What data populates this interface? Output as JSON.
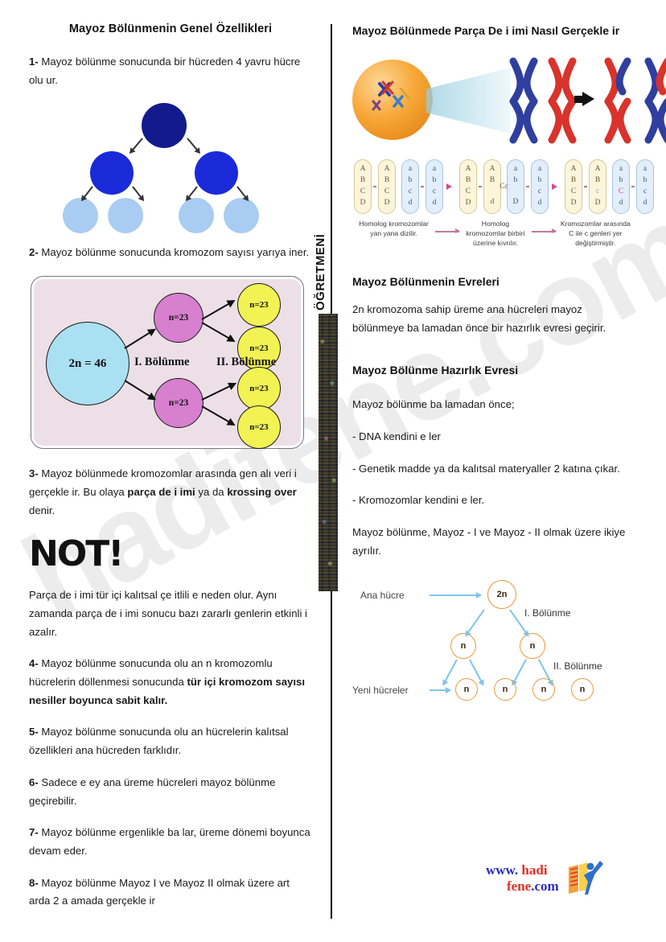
{
  "watermark": {
    "text": "hadifene.com"
  },
  "divider_label": {
    "text": "ÖĞRETMENİ"
  },
  "left": {
    "title": "Mayoz Bölünmenin Genel Özellikleri",
    "items": [
      {
        "num": "1-",
        "text": " Mayoz bölünme sonucunda bir hücreden 4 yavru hücre olu ur."
      },
      {
        "num": "2-",
        "text": " Mayoz bölünme sonucunda kromozom sayısı yarıya iner."
      },
      {
        "num": "3-",
        "pre": " Mayoz bölünmede kromozomlar arasında gen alı veri i gerçekle ir. Bu olaya ",
        "bold1": "parça de i imi",
        "mid": " ya da ",
        "bold2": "krossing over",
        "post": " denir."
      },
      {
        "num": "4-",
        "pre": " Mayoz bölünme sonucunda olu an n kromozomlu hücrelerin döllenmesi sonucunda ",
        "bold1": "tür içi kromozom sayısı nesiller boyunca sabit kalır.",
        "post": ""
      },
      {
        "num": "5-",
        "text": "  Mayoz bölünme sonucunda olu an hücrelerin kalıtsal özellikleri ana hücreden farklıdır."
      },
      {
        "num": "6-",
        "text": " Sadece e ey ana üreme hücreleri mayoz bölünme geçirebilir."
      },
      {
        "num": "7-",
        "text": " Mayoz bölünme ergenlikle ba lar, üreme dönemi boyunca devam eder."
      },
      {
        "num": "8-",
        "text": "  Mayoz bölünme Mayoz I ve Mayoz II olmak üzere art arda 2 a amada gerçekle ir"
      }
    ],
    "not_logo": "NOT!",
    "not_text": "Parça de i imi tür içi kalıtsal çe itlili e neden olur. Aynı zamanda parça de i imi sonucu bazı zararlı genlerin etkinli i azalır.",
    "blue_tree": {
      "colors": {
        "parent": "#131a8c",
        "mid": "#1a2ad8",
        "child": "#a8ccf2"
      },
      "levels": [
        1,
        2,
        4
      ]
    },
    "meiosis_diagram": {
      "parent": {
        "label": "2n = 46",
        "color": "#a9e0f2"
      },
      "first_division_label": "I. Bölünme",
      "second_division_label": "II. Bölünme",
      "mid_cells": [
        {
          "label": "n=23",
          "color": "#d87fd0"
        },
        {
          "label": "n=23",
          "color": "#d87fd0"
        }
      ],
      "final_cells": [
        {
          "label": "n=23",
          "color": "#f2f255"
        },
        {
          "label": "n=23",
          "color": "#f2f255"
        },
        {
          "label": "n=23",
          "color": "#f2f255"
        },
        {
          "label": "n=23",
          "color": "#f2f255"
        }
      ],
      "box_color": "#ece0e6"
    }
  },
  "right": {
    "title": "Mayoz Bölünmede Parça De i imi Nasıl Gerçekle ir",
    "hero": {
      "cell_color": "#f7a838",
      "chromosome_colors": {
        "blue": "#2f3f9e",
        "red": "#d8332c"
      },
      "arrow": "➡"
    },
    "abcd": {
      "stage1": {
        "groups": [
          {
            "type": "yellow",
            "letters": [
              "A",
              "B",
              "C",
              "D"
            ]
          },
          {
            "type": "yellow",
            "letters": [
              "A",
              "B",
              "C",
              "D"
            ]
          },
          {
            "type": "blue",
            "letters": [
              "a",
              "b",
              "c",
              "d"
            ]
          },
          {
            "type": "blue",
            "letters": [
              "a",
              "b",
              "c",
              "d"
            ]
          }
        ],
        "caption": "Homolog kromozomlar yan yana dizilir."
      },
      "stage2": {
        "groups": [
          {
            "type": "yellow",
            "letters": [
              "A",
              "B",
              "C",
              "D"
            ]
          },
          {
            "type": "yellow",
            "letters": [
              "A",
              "B",
              "",
              "d"
            ]
          },
          {
            "type": "blue",
            "letters": [
              "a",
              "b",
              "",
              "D"
            ]
          },
          {
            "type": "blue",
            "letters": [
              "a",
              "b",
              "c",
              "d"
            ]
          }
        ],
        "cross_mark": "Cc",
        "caption": "Homolog kromozomlar birbiri üzerine kıvrılır."
      },
      "stage3": {
        "groups": [
          {
            "type": "yellow",
            "letters": [
              "A",
              "B",
              "C",
              "D"
            ]
          },
          {
            "type": "yellow",
            "letters": [
              "A",
              "B",
              "c",
              "D"
            ]
          },
          {
            "type": "blue",
            "letters": [
              "a",
              "b",
              "C",
              "d"
            ]
          },
          {
            "type": "blue",
            "letters": [
              "a",
              "b",
              "c",
              "d"
            ]
          }
        ],
        "caption": "Kromozomlar arasında C ile c genleri yer değiştirmiştir."
      }
    },
    "phases_title": "Mayoz Bölünmenin Evreleri",
    "phases_text": "2n kromozoma sahip üreme ana hücreleri mayoz bölünmeye ba lamadan önce bir hazırlık evresi geçirir.",
    "prep_title": "Mayoz Bölünme Hazırlık Evresi",
    "prep_intro": "Mayoz bölünme ba lamadan önce;",
    "prep_items": [
      "- DNA kendini e ler",
      "- Genetik madde ya da kalıtsal materyaller 2 katına çıkar.",
      "- Kromozomlar kendini e ler."
    ],
    "prep_outro": "Mayoz bölünme, Mayoz - I ve Mayoz - II olmak üzere ikiye ayrılır.",
    "orange_tree": {
      "parent_label": "Ana hücre",
      "parent_value": "2n",
      "first_division": "I. Bölünme",
      "second_division": "II. Bölünme",
      "new_cells_label": "Yeni hücreler",
      "mid_values": [
        "n",
        "n"
      ],
      "final_values": [
        "n",
        "n",
        "n",
        "n"
      ],
      "cell_color": "#f9b85f",
      "arrow_color": "#7fc4e8"
    }
  },
  "footer": {
    "www": "www.",
    "hadi": "hadi",
    "fene": "fene",
    "com": ".com"
  }
}
